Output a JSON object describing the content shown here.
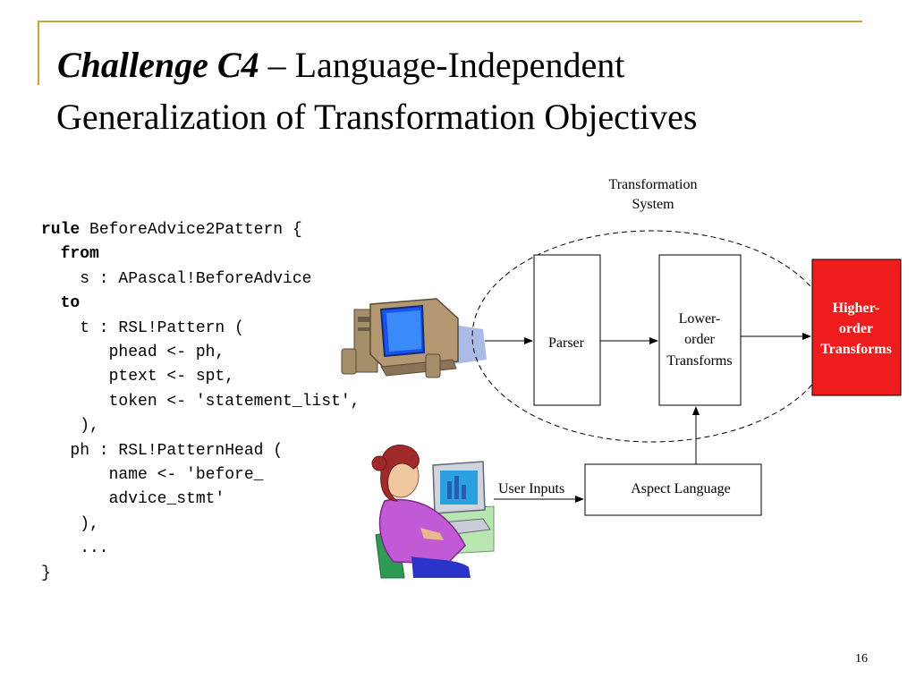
{
  "slide": {
    "title_em": "Challenge C4",
    "title_rest": " – Language-Independent",
    "title_line2": "Generalization of  Transformation Objectives",
    "page_number": "16"
  },
  "code": {
    "l1_kw": "rule",
    "l1_rest": " BeforeAdvice2Pattern {",
    "l2_kw": "from",
    "l3": "    s : APascal!BeforeAdvice",
    "l4_kw": "to",
    "l5": "    t : RSL!Pattern (",
    "l6": "       phead <- ph,",
    "l7": "       ptext <- spt,",
    "l8": "       token <- 'statement_list',",
    "l9": "    ),",
    "l10": "   ph : RSL!PatternHead (",
    "l11": "       name <- 'before_",
    "l12": "       advice_stmt'",
    "l13": "    ),",
    "l14": "    ...",
    "l15": "}"
  },
  "diagram": {
    "system_label_1": "Transformation",
    "system_label_2": "System",
    "parser_label": "Parser",
    "lower_1": "Lower-",
    "lower_2": "order",
    "lower_3": "Transforms",
    "higher_1": "Higher-",
    "higher_2": "order",
    "higher_3": "Transforms",
    "aspect_label": "Aspect Language",
    "user_inputs_label": "User Inputs",
    "colors": {
      "higher_fill": "#ee1c1c",
      "higher_text": "#ffffff",
      "accent_rule": "#c8a43a"
    }
  }
}
